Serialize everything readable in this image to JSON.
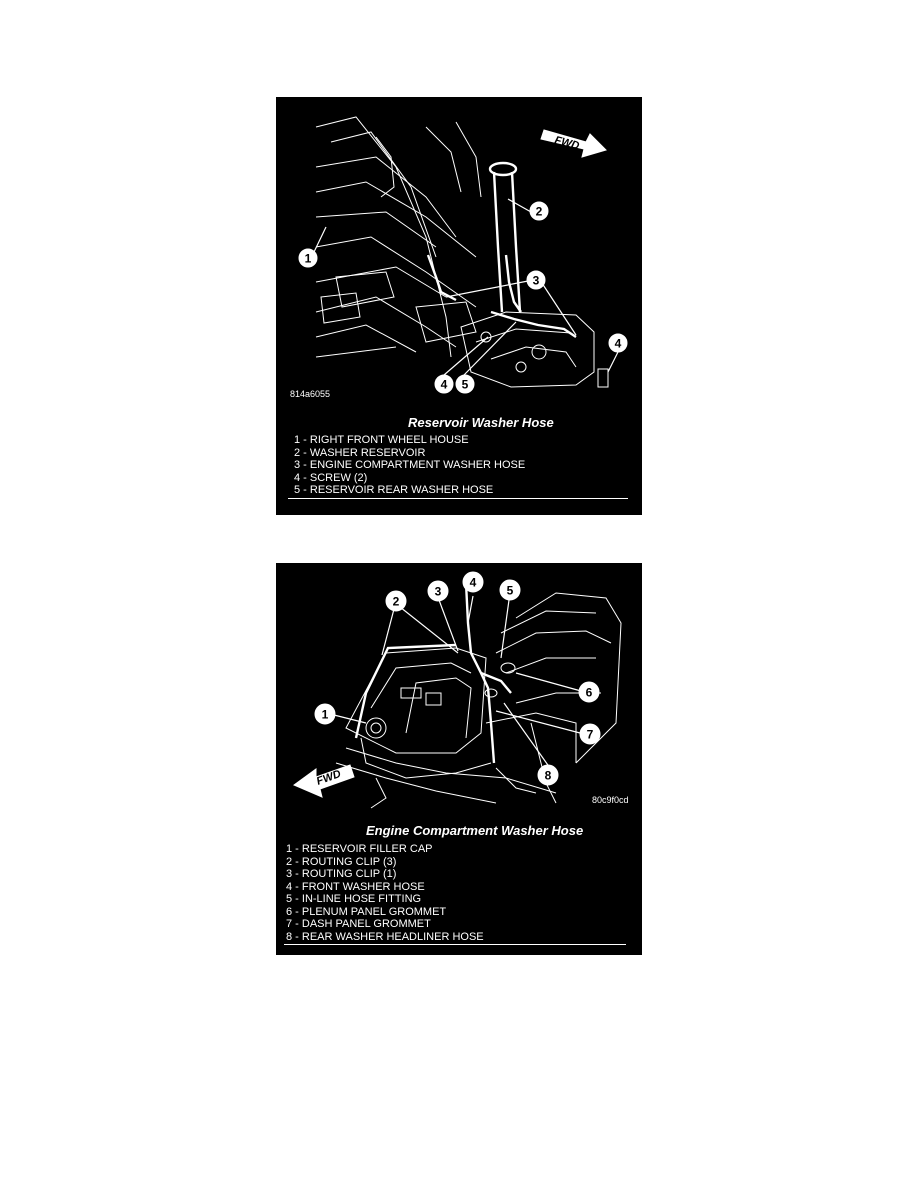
{
  "figures": [
    {
      "code": "814a6055",
      "title": "Reservoir Washer Hose",
      "fwd_label": "FWD",
      "callouts": [
        "1",
        "2",
        "3",
        "4",
        "4",
        "5"
      ],
      "legend": [
        "1 - RIGHT FRONT WHEEL HOUSE",
        "2 - WASHER RESERVOIR",
        "3 - ENGINE COMPARTMENT WASHER HOSE",
        "4 - SCREW (2)",
        "5 - RESERVOIR REAR WASHER HOSE"
      ]
    },
    {
      "code": "80c9f0cd",
      "title": "Engine Compartment Washer Hose",
      "fwd_label": "FWD",
      "callouts": [
        "1",
        "2",
        "3",
        "4",
        "5",
        "6",
        "7",
        "8"
      ],
      "legend": [
        "1 - RESERVOIR FILLER CAP",
        "2 - ROUTING CLIP (3)",
        "3 - ROUTING CLIP (1)",
        "4 - FRONT WASHER HOSE",
        "5 - IN-LINE HOSE FITTING",
        "6 - PLENUM PANEL GROMMET",
        "7 - DASH PANEL GROMMET",
        "8 - REAR WASHER HEADLINER HOSE"
      ]
    }
  ]
}
